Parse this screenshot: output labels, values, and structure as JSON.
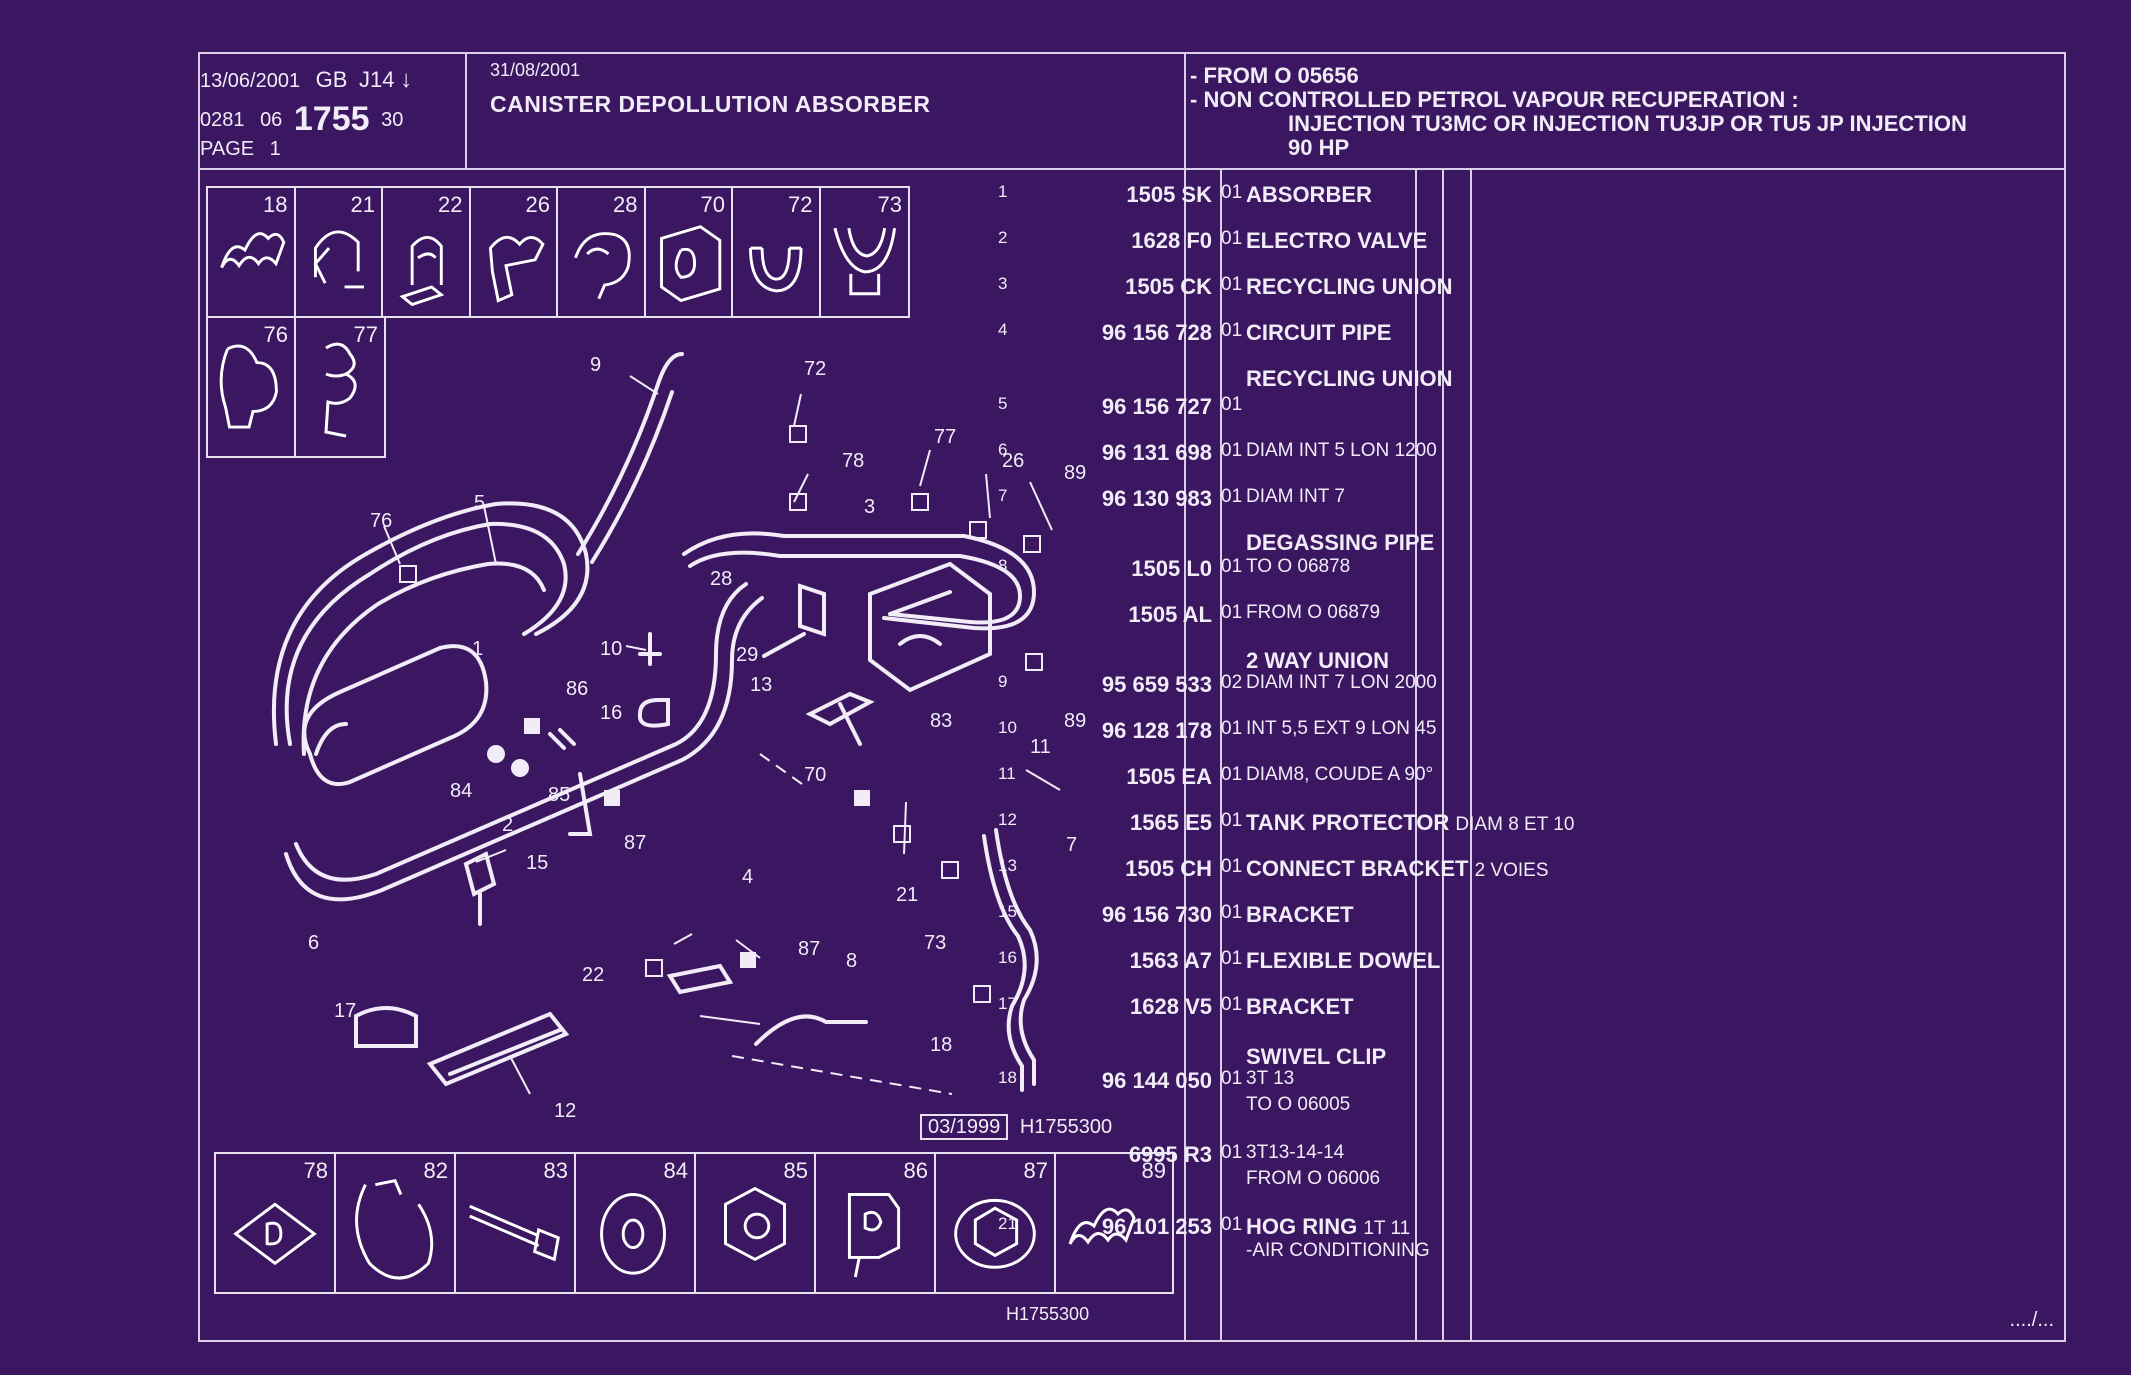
{
  "header": {
    "date1": "13/06/2001",
    "lang": "GB",
    "code": "J14",
    "arrow": "↓",
    "catalog_a": "0281",
    "catalog_b": "06",
    "catalog_main": "1755",
    "catalog_c": "30",
    "page_label": "PAGE",
    "page_no": "1",
    "date2": "31/08/2001",
    "title": "CANISTER DEPOLLUTION ABSORBER",
    "notes": [
      "- FROM O  05656",
      "- NON CONTROLLED PETROL VAPOUR RECUPERATION :",
      "INJECTION TU3MC OR  INJECTION TU3JP OR  TU5 JP INJECTION",
      "90 HP"
    ]
  },
  "thumbs_top": [
    "18",
    "21",
    "22",
    "26",
    "28",
    "70",
    "72",
    "73"
  ],
  "thumbs_mid": [
    "76",
    "77"
  ],
  "thumbs_bottom": [
    "78",
    "82",
    "83",
    "84",
    "85",
    "86",
    "87",
    "89"
  ],
  "diagram": {
    "date_code": "03/1999",
    "ref_code": "H1755300",
    "bottom_code": "H1755300",
    "callouts": [
      "9",
      "72",
      "78",
      "77",
      "26",
      "89",
      "5",
      "76",
      "3",
      "28",
      "29",
      "1",
      "10",
      "86",
      "16",
      "13",
      "83",
      "89",
      "84",
      "85",
      "70",
      "11",
      "2",
      "15",
      "87",
      "4",
      "21",
      "7",
      "6",
      "73",
      "22",
      "87",
      "8",
      "17",
      "18",
      "12"
    ]
  },
  "parts": [
    {
      "no": "1",
      "ref": "1505 SK",
      "qty": "01",
      "desc": "ABSORBER",
      "sub": ""
    },
    {
      "no": "2",
      "ref": "1628 F0",
      "qty": "01",
      "desc": "ELECTRO VALVE",
      "sub": ""
    },
    {
      "no": "3",
      "ref": "1505 CK",
      "qty": "01",
      "desc": "RECYCLING UNION",
      "sub": ""
    },
    {
      "no": "4",
      "ref": "96 156 728",
      "qty": "01",
      "desc": "CIRCUIT PIPE",
      "sub": ""
    },
    {
      "no": "",
      "ref": "",
      "qty": "",
      "desc": "RECYCLING UNION",
      "sub": ""
    },
    {
      "no": "5",
      "ref": "96 156 727",
      "qty": "01",
      "desc": "",
      "sub": ""
    },
    {
      "no": "6",
      "ref": "96 131 698",
      "qty": "01",
      "desc": "",
      "sub": "DIAM INT 5 LON 1200"
    },
    {
      "no": "7",
      "ref": "96 130 983",
      "qty": "01",
      "desc": "",
      "sub": "DIAM INT 7"
    },
    {
      "no": "",
      "ref": "",
      "qty": "",
      "desc": "DEGASSING PIPE",
      "sub": ""
    },
    {
      "no": "8",
      "ref": "1505 L0",
      "qty": "01",
      "desc": "",
      "sub": "TO  O  06878"
    },
    {
      "no": "",
      "ref": "1505 AL",
      "qty": "01",
      "desc": "",
      "sub": "FROM  O  06879"
    },
    {
      "no": "",
      "ref": "",
      "qty": "",
      "desc": "2 WAY UNION",
      "sub": ""
    },
    {
      "no": "9",
      "ref": "95 659 533",
      "qty": "02",
      "desc": "",
      "sub": "DIAM INT 7 LON 2000"
    },
    {
      "no": "10",
      "ref": "96 128 178",
      "qty": "01",
      "desc": "",
      "sub": "INT 5,5 EXT 9 LON 45"
    },
    {
      "no": "11",
      "ref": "1505 EA",
      "qty": "01",
      "desc": "",
      "sub": "DIAM8, COUDE A 90°"
    },
    {
      "no": "12",
      "ref": "1565 E5",
      "qty": "01",
      "desc": "TANK PROTECTOR",
      "sub": "",
      "small": "DIAM 8 ET 10"
    },
    {
      "no": "13",
      "ref": "1505 CH",
      "qty": "01",
      "desc": "CONNECT BRACKET",
      "sub": "",
      "small": "2 VOIES"
    },
    {
      "no": "15",
      "ref": "96 156 730",
      "qty": "01",
      "desc": "BRACKET",
      "sub": ""
    },
    {
      "no": "16",
      "ref": "1563 A7",
      "qty": "01",
      "desc": "FLEXIBLE DOWEL",
      "sub": ""
    },
    {
      "no": "17",
      "ref": "1628 V5",
      "qty": "01",
      "desc": "BRACKET",
      "sub": ""
    },
    {
      "no": "",
      "ref": "",
      "qty": "",
      "desc": "SWIVEL CLIP",
      "sub": ""
    },
    {
      "no": "18",
      "ref": "96 144 050",
      "qty": "01",
      "desc": "",
      "sub": "3T 13"
    },
    {
      "no": "",
      "ref": "",
      "qty": "",
      "desc": "",
      "sub": "TO  O  06005"
    },
    {
      "no": "",
      "ref": "6995 R3",
      "qty": "01",
      "desc": "",
      "sub": "3T13-14-14"
    },
    {
      "no": "",
      "ref": "",
      "qty": "",
      "desc": "",
      "sub": "FROM  O  06006"
    },
    {
      "no": "21",
      "ref": "96 101 253",
      "qty": "01",
      "desc": "HOG RING",
      "sub": "",
      "small": "1T 11"
    },
    {
      "no": "",
      "ref": "",
      "qty": "",
      "desc": "",
      "sub": "-AIR CONDITIONING"
    }
  ],
  "continued": "..../..."
}
